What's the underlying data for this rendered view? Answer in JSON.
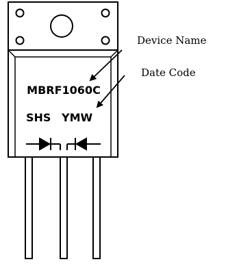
{
  "labels": {
    "device_name": "Device Name",
    "date_code": "Date Code"
  },
  "marking": {
    "line1": "MBRF1060C",
    "line2_left": "SHS",
    "line2_right": "YMW"
  },
  "colors": {
    "stroke": "#000000",
    "background": "#ffffff"
  }
}
